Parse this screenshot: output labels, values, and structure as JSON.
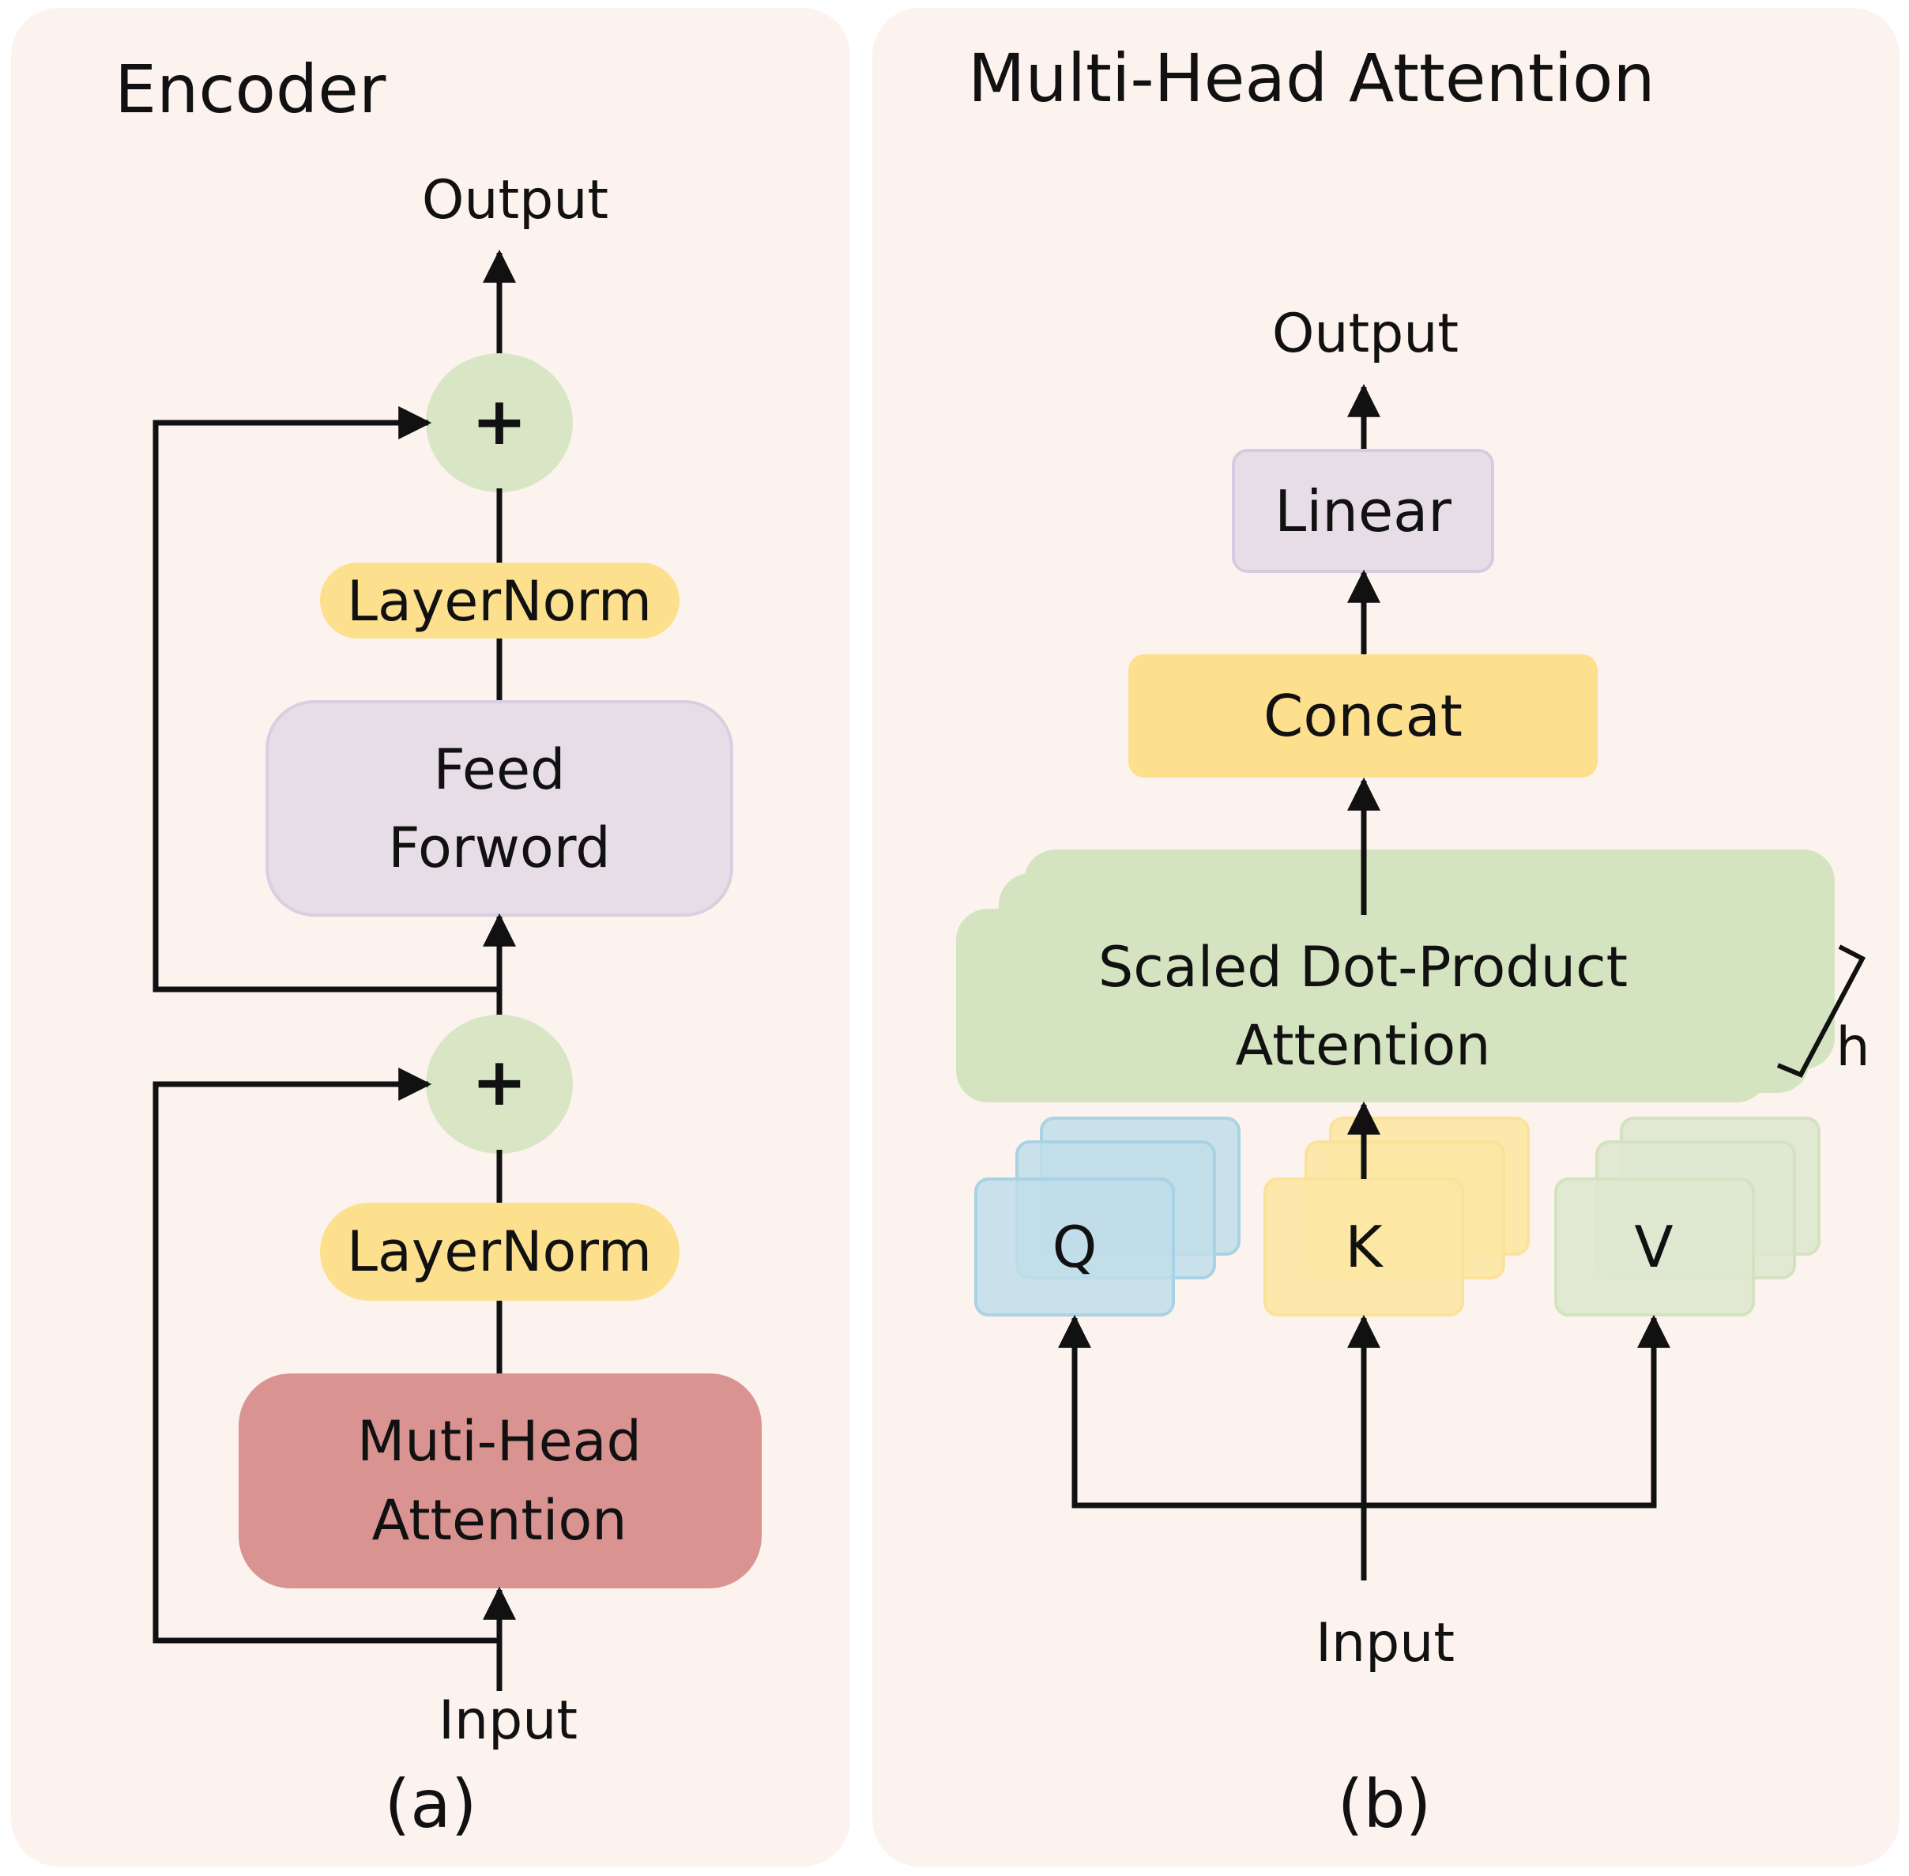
{
  "colors": {
    "panel_bg": "#fdf3ee",
    "plus_circle": "#d8e6c6",
    "layernorm": "#fde08e",
    "feed_forward": "#e6dde6",
    "feed_forward_border": "#d8cfe0",
    "mha_block": "#d99390",
    "linear": "#e6dde6",
    "linear_border": "#d6cbe0",
    "concat": "#fde08e",
    "sdpa": "#d5e4c0",
    "q_fill": "#bfdde9",
    "q_border": "#a9d3e4",
    "k_fill": "#fde7a4",
    "k_border": "#fbe29b",
    "v_fill": "#dfe8cf",
    "v_border": "#d4e2c0",
    "line": "#111111"
  },
  "panel_a": {
    "title": "Encoder",
    "output": "Output",
    "plus_top": "+",
    "layernorm_top": "LayerNorm",
    "feed_forward_line1": "Feed",
    "feed_forward_line2": "Forword",
    "plus_bottom": "+",
    "layernorm_bottom": "LayerNorm",
    "mha_line1": "Muti-Head",
    "mha_line2": "Attention",
    "input": "Input",
    "caption": "(a)"
  },
  "panel_b": {
    "title": "Multi-Head Attention",
    "output": "Output",
    "linear": "Linear",
    "concat": "Concat",
    "sdpa_line1": "Scaled Dot-Product",
    "sdpa_line2": "Attention",
    "heads_label": "h",
    "q": "Q",
    "k": "K",
    "v": "V",
    "input": "Input",
    "caption": "(b)"
  }
}
